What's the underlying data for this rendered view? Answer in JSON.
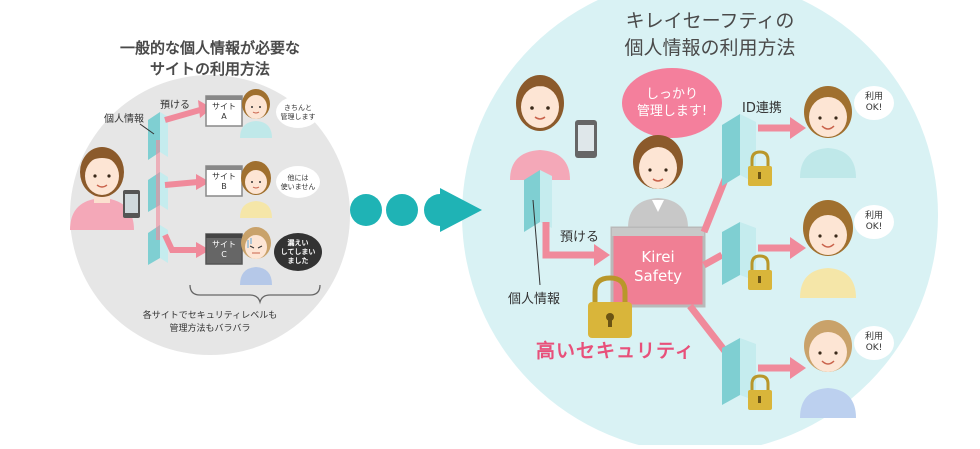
{
  "left": {
    "title_line1": "一般的な個人情報が必要な",
    "title_line2": "サイトの利用方法",
    "personal_info_label": "個人情報",
    "deposit_label": "預ける",
    "sites": [
      {
        "line1": "サイト",
        "line2": "A",
        "comment_line1": "きちんと",
        "comment_line2": "管理します"
      },
      {
        "line1": "サイト",
        "line2": "B",
        "comment_line1": "他には",
        "comment_line2": "使いません"
      },
      {
        "line1": "サイト",
        "line2": "C",
        "comment_line1": "漏えい",
        "comment_line2": "してしまい",
        "comment_line3": "ました"
      }
    ],
    "caption_line1": "各サイトでセキュリティレベルも",
    "caption_line2": "管理方法もバラバラ"
  },
  "right": {
    "title_line1": "キレイセーフティの",
    "title_line2": "個人情報の利用方法",
    "speech_line1": "しっかり",
    "speech_line2": "管理します!",
    "id_link_label": "ID連携",
    "deposit_label": "預ける",
    "personal_info_label": "個人情報",
    "kirei_line1": "Kirei",
    "kirei_line2": "Safety",
    "security_label": "高いセキュリティ",
    "ok_bubbles": [
      {
        "line1": "利用",
        "line2": "OK!"
      },
      {
        "line1": "利用",
        "line2": "OK!"
      },
      {
        "line1": "利用",
        "line2": "OK!"
      }
    ]
  },
  "colors": {
    "left_circle": "#e6e6e6",
    "right_circle": "#d9f2f4",
    "teal_arrow": "#1fb3b5",
    "pink_arrow": "#f08a9b",
    "speech_pink": "#f47f9c",
    "kirei_pink": "#f07f94",
    "security_text": "#e8507a",
    "lock_gold": "#d9b53a",
    "book_teal": "#8fd3d6"
  }
}
